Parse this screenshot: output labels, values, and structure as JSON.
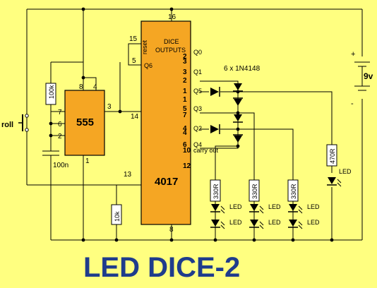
{
  "title": "LED DICE-2",
  "ic555": {
    "name": "555",
    "pins": {
      "p8": "8",
      "p4": "4",
      "p7": "7",
      "p6": "6",
      "p2": "2",
      "p3": "3",
      "p1": "1"
    }
  },
  "ic4017": {
    "name": "4017",
    "header_line1": "DICE",
    "header_line2": "OUTPUTS",
    "reset_label": "reset",
    "q6_label": "Q6",
    "left_pins": {
      "p16": "16",
      "p15": "15",
      "p5": "5",
      "p14": "14",
      "p13": "13",
      "p8": "8"
    },
    "outputs": [
      {
        "pin": "2",
        "label": "Q0"
      },
      {
        "pin": "3",
        "label": ""
      },
      {
        "pin": "3",
        "label": "Q1"
      },
      {
        "pin": "2",
        "label": ""
      },
      {
        "pin": "1",
        "label": "Q5"
      },
      {
        "pin": "1",
        "label": ""
      },
      {
        "pin": "5",
        "label": "Q3"
      },
      {
        "pin": "7",
        "label": ""
      },
      {
        "pin": "4",
        "label": "Q2"
      },
      {
        "pin": "4",
        "label": ""
      },
      {
        "pin": "6",
        "label": "Q4"
      },
      {
        "pin": "10",
        "label": "carry out"
      },
      {
        "pin": "12",
        "label": ""
      }
    ]
  },
  "diodes_label": "6 x 1N4148",
  "battery_label": "9v",
  "battery_plus": "+",
  "battery_minus": "-",
  "switch_label": "roll",
  "r_100k": "100k",
  "r_10k": "10k",
  "c_100n": "100n",
  "r_470R": "470R",
  "r_330R_1": "330R",
  "r_330R_2": "330R",
  "r_330R_3": "330R",
  "led_label": "LED"
}
